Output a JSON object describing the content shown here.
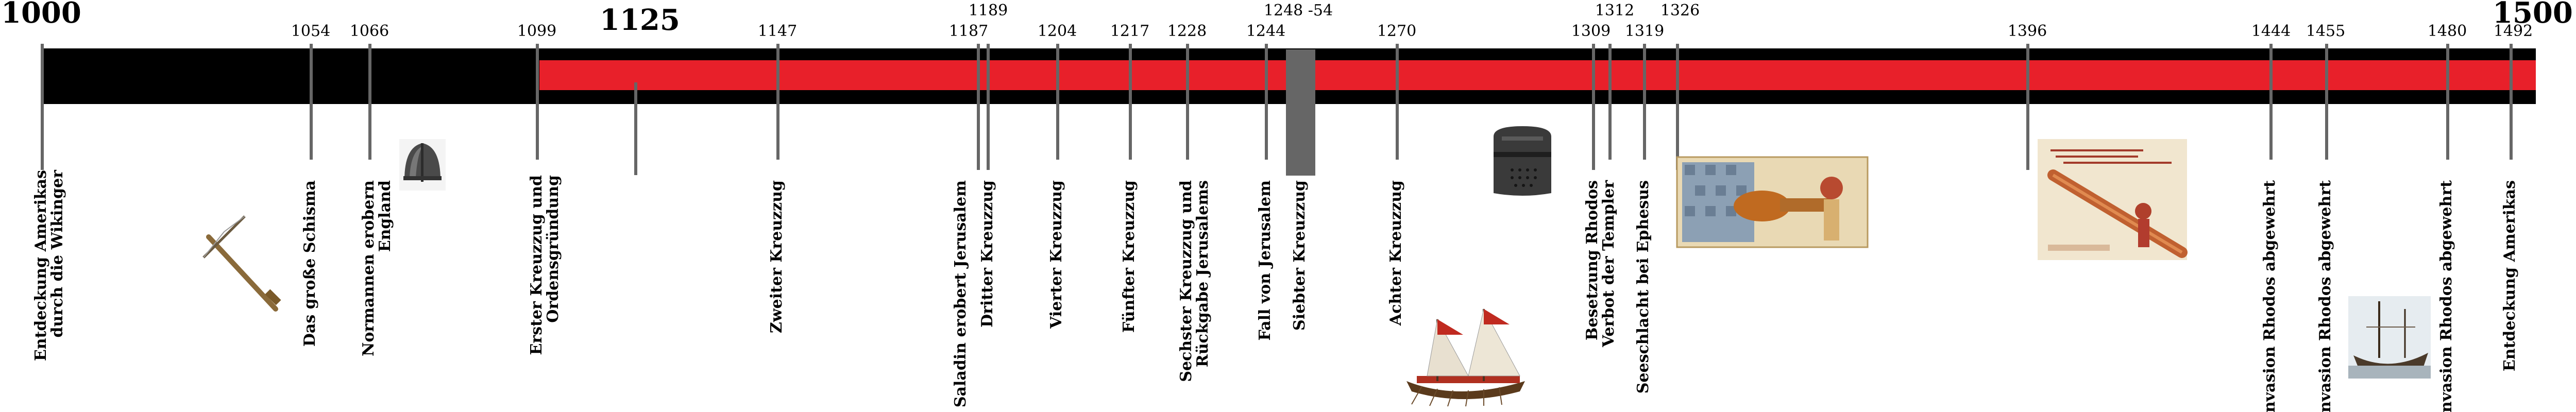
{
  "timeline": {
    "start_label": "1000",
    "end_label": "1500",
    "major_ticks": [
      {
        "label": "1000"
      },
      {
        "label": "1125"
      },
      {
        "label": "1500"
      }
    ],
    "colors": {
      "black_band": "#000000",
      "red_band": "#e8202a",
      "tick_line": "#666666",
      "range_block": "#666666"
    },
    "events": [
      {
        "year_label": "",
        "caption": "Entdeckung Amerikas durch die Wikinger"
      },
      {
        "year_label": "1054",
        "caption": "Das große Schisma"
      },
      {
        "year_label": "1066",
        "caption": "Normannen erobern England"
      },
      {
        "year_label": "1099",
        "caption": "Erster Kreuzzug und Ordensgründung"
      },
      {
        "year_label": "",
        "caption": ""
      },
      {
        "year_label": "1147",
        "caption": "Zweiter Kreuzzug"
      },
      {
        "year_label": "1187",
        "caption": "Saladin erobert Jerusalem"
      },
      {
        "year_label": "1189",
        "caption": "Dritter Kreuzzug"
      },
      {
        "year_label": "1204",
        "caption": "Vierter Kreuzzug"
      },
      {
        "year_label": "1217",
        "caption": "Fünfter Kreuzzug"
      },
      {
        "year_label": "1228",
        "caption": "Sechster Kreuzzug und Rückgabe Jerusalems"
      },
      {
        "year_label": "1244",
        "caption": "Fall von Jerusalem"
      },
      {
        "year_label": "1248 -54",
        "caption": "Siebter Kreuzzug"
      },
      {
        "year_label": "1270",
        "caption": "Achter Kreuzzug"
      },
      {
        "year_label": "1309",
        "caption": "Besetzung Rhodos"
      },
      {
        "year_label": "1312",
        "caption": "Verbot der Templer"
      },
      {
        "year_label": "1319",
        "caption": "Seeschlacht bei Ephesus"
      },
      {
        "year_label": "1326",
        "caption": ""
      },
      {
        "year_label": "1396",
        "caption": ""
      },
      {
        "year_label": "1444",
        "caption": "Invasion Rhodos abgewehrt"
      },
      {
        "year_label": "1455",
        "caption": "Invasion Rhodos abgewehrt"
      },
      {
        "year_label": "1480",
        "caption": "Invasion Rhodos abgewehrt"
      },
      {
        "year_label": "1492",
        "caption": "Entdeckung Amerikas"
      }
    ],
    "images": [
      {
        "name": "crossbow-image"
      },
      {
        "name": "nasal-helmet-image"
      },
      {
        "name": "great-helm-image"
      },
      {
        "name": "galley-ship-image"
      },
      {
        "name": "cannon-manuscript-image"
      },
      {
        "name": "bombard-manuscript-image"
      },
      {
        "name": "carrack-ship-image"
      }
    ]
  }
}
